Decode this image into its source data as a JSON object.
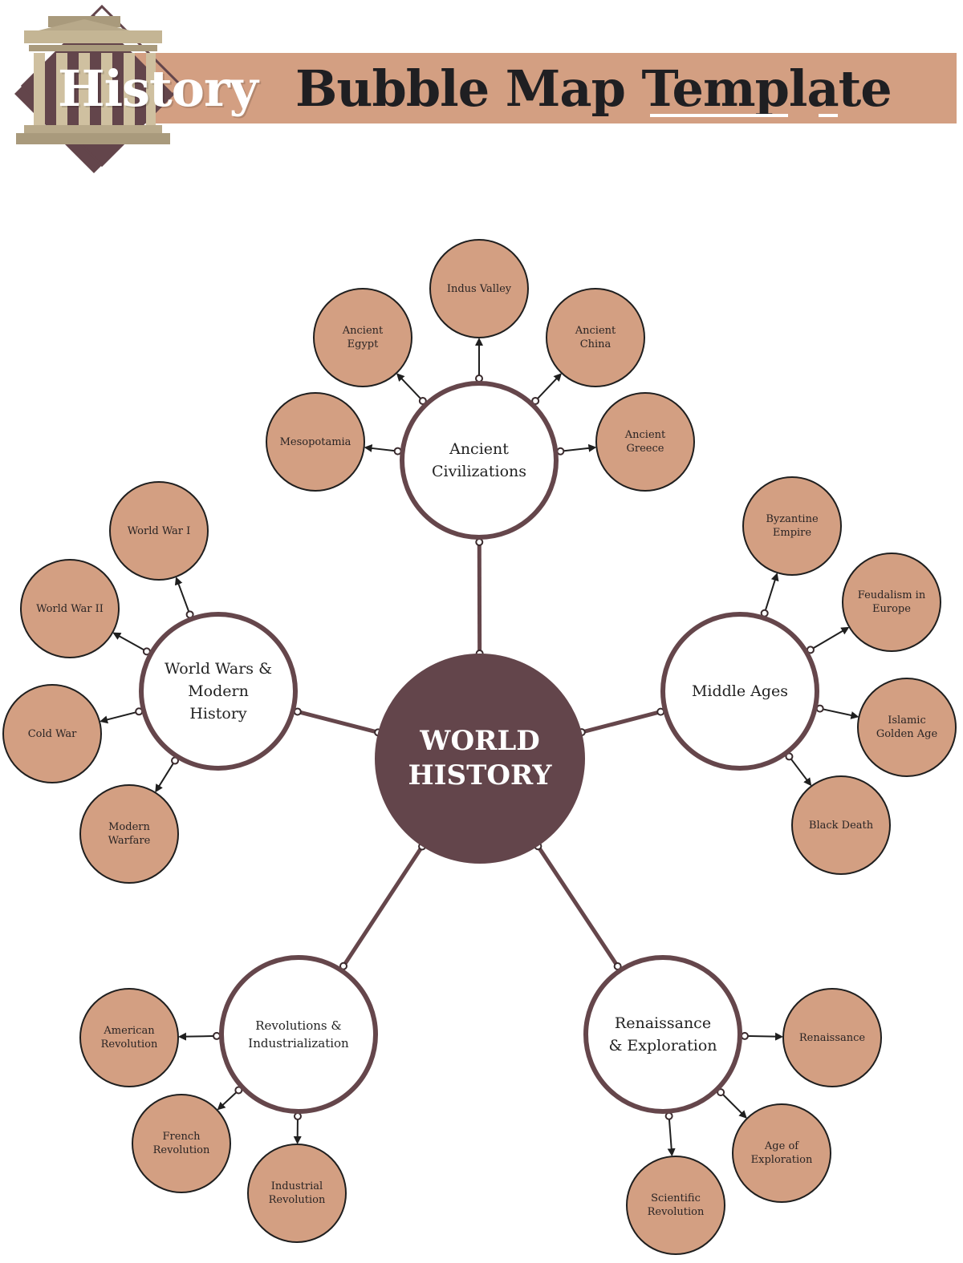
{
  "header": {
    "title_part1": "History",
    "title_part2": "Bubble Map Template"
  },
  "colors": {
    "banner": "#d39f82",
    "accent_dark": "#63454b",
    "subtopic_fill": "#d39f82",
    "topic_border": "#65464b",
    "arrow": "#1f1f1f"
  },
  "center": {
    "label": "WORLD HISTORY",
    "lines": [
      "WORLD",
      "HISTORY"
    ]
  },
  "topics": [
    {
      "id": "ancient",
      "label": "Ancient Civilizations",
      "subtopics": [
        "Mesopotamia",
        "Ancient Egypt",
        "Indus Valley",
        "Ancient China",
        "Ancient Greece"
      ]
    },
    {
      "id": "middle",
      "label": "Middle Ages",
      "subtopics": [
        "Byzantine Empire",
        "Feudalism in Europe",
        "Islamic Golden Age",
        "Black Death"
      ]
    },
    {
      "id": "renaissance",
      "label": "Renaissance & Exploration",
      "subtopics": [
        "Renaissance",
        "Age of Exploration",
        "Scientific Revolution"
      ]
    },
    {
      "id": "revolutions",
      "label": "Revolutions & Industrialization",
      "subtopics": [
        "American Revolution",
        "French Revolution",
        "Industrial Revolution"
      ]
    },
    {
      "id": "worldwars",
      "label": "World Wars & Modern History",
      "subtopics": [
        "World War I",
        "World War II",
        "Cold War",
        "Modern Warfare"
      ]
    }
  ]
}
